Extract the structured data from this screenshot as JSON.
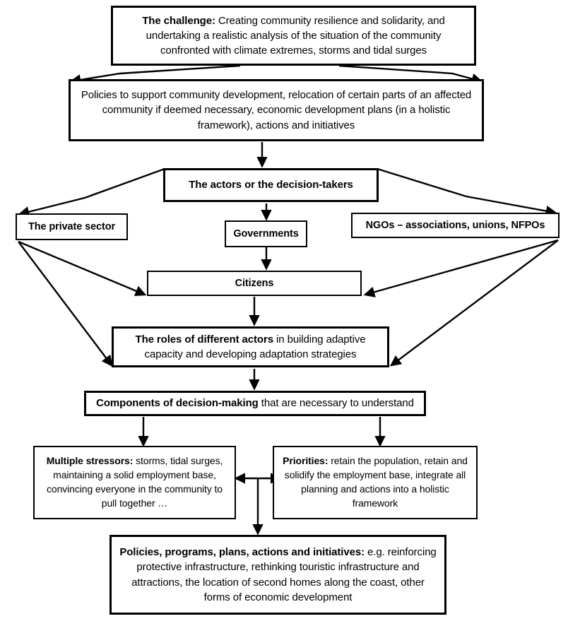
{
  "diagram": {
    "title": "Community climate adaptation decision-making flowchart",
    "background_color": "#ffffff",
    "line_color": "#000000",
    "box_fill": "#ffffff"
  },
  "nodes": {
    "challenge": {
      "lead": "The challenge:",
      "body": " Creating community resilience and solidarity, and undertaking a realistic analysis of the situation of the community confronted with climate extremes, storms and tidal surges"
    },
    "policies_support": {
      "lead": "",
      "body": "Policies to support community development, relocation of certain parts of an affected community if deemed necessary, economic development plans (in a holistic framework), actions and initiatives"
    },
    "actors": {
      "lead": "",
      "body": "The actors or the decision-takers"
    },
    "private_sector": {
      "lead": "",
      "body": "The private sector"
    },
    "governments": {
      "lead": "",
      "body": "Governments"
    },
    "ngos": {
      "lead": "",
      "body": "NGOs – associations, unions, NFPOs"
    },
    "citizens": {
      "lead": "",
      "body": "Citizens"
    },
    "roles": {
      "lead": "The roles of different actors",
      "body": " in building adaptive capacity and developing adaptation strategies"
    },
    "components": {
      "lead": "Components of decision-making",
      "body": " that are necessary to understand"
    },
    "stressors": {
      "lead": "Multiple stressors:",
      "body": " storms, tidal surges, maintaining a solid employment base, convincing everyone in the community to pull together …"
    },
    "priorities": {
      "lead": "Priorities:",
      "body": " retain the population, retain and solidify the employment base, integrate all planning and actions into a holistic framework"
    },
    "policies_programs": {
      "lead": "Policies, programs, plans, actions and initiatives:",
      "body": " e.g. reinforcing protective infrastructure, rethinking touristic infrastructure and attractions, the location of second homes along the coast, other forms of economic development"
    }
  },
  "connectors": [
    {
      "name": "challenge-to-policies-left",
      "from": "challenge",
      "to": "policies_support"
    },
    {
      "name": "challenge-to-policies-right",
      "from": "challenge",
      "to": "policies_support"
    },
    {
      "name": "policies-to-actors",
      "from": "policies_support",
      "to": "actors"
    },
    {
      "name": "actors-to-private-sector",
      "from": "actors",
      "to": "private_sector"
    },
    {
      "name": "actors-to-governments",
      "from": "actors",
      "to": "governments"
    },
    {
      "name": "actors-to-ngos",
      "from": "actors",
      "to": "ngos"
    },
    {
      "name": "governments-to-citizens",
      "from": "governments",
      "to": "citizens"
    },
    {
      "name": "private-sector-to-citizens",
      "from": "private_sector",
      "to": "citizens"
    },
    {
      "name": "ngos-to-citizens",
      "from": "ngos",
      "to": "citizens"
    },
    {
      "name": "private-sector-to-roles",
      "from": "private_sector",
      "to": "roles"
    },
    {
      "name": "ngos-to-roles",
      "from": "ngos",
      "to": "roles"
    },
    {
      "name": "citizens-to-roles",
      "from": "citizens",
      "to": "roles"
    },
    {
      "name": "roles-to-components",
      "from": "roles",
      "to": "components"
    },
    {
      "name": "components-to-stressors",
      "from": "components",
      "to": "stressors"
    },
    {
      "name": "components-to-priorities",
      "from": "components",
      "to": "priorities"
    },
    {
      "name": "stressors-priorities-link",
      "from": "stressors",
      "to": "priorities"
    },
    {
      "name": "link-to-policies-programs",
      "from": "stressors",
      "to": "policies_programs"
    }
  ]
}
